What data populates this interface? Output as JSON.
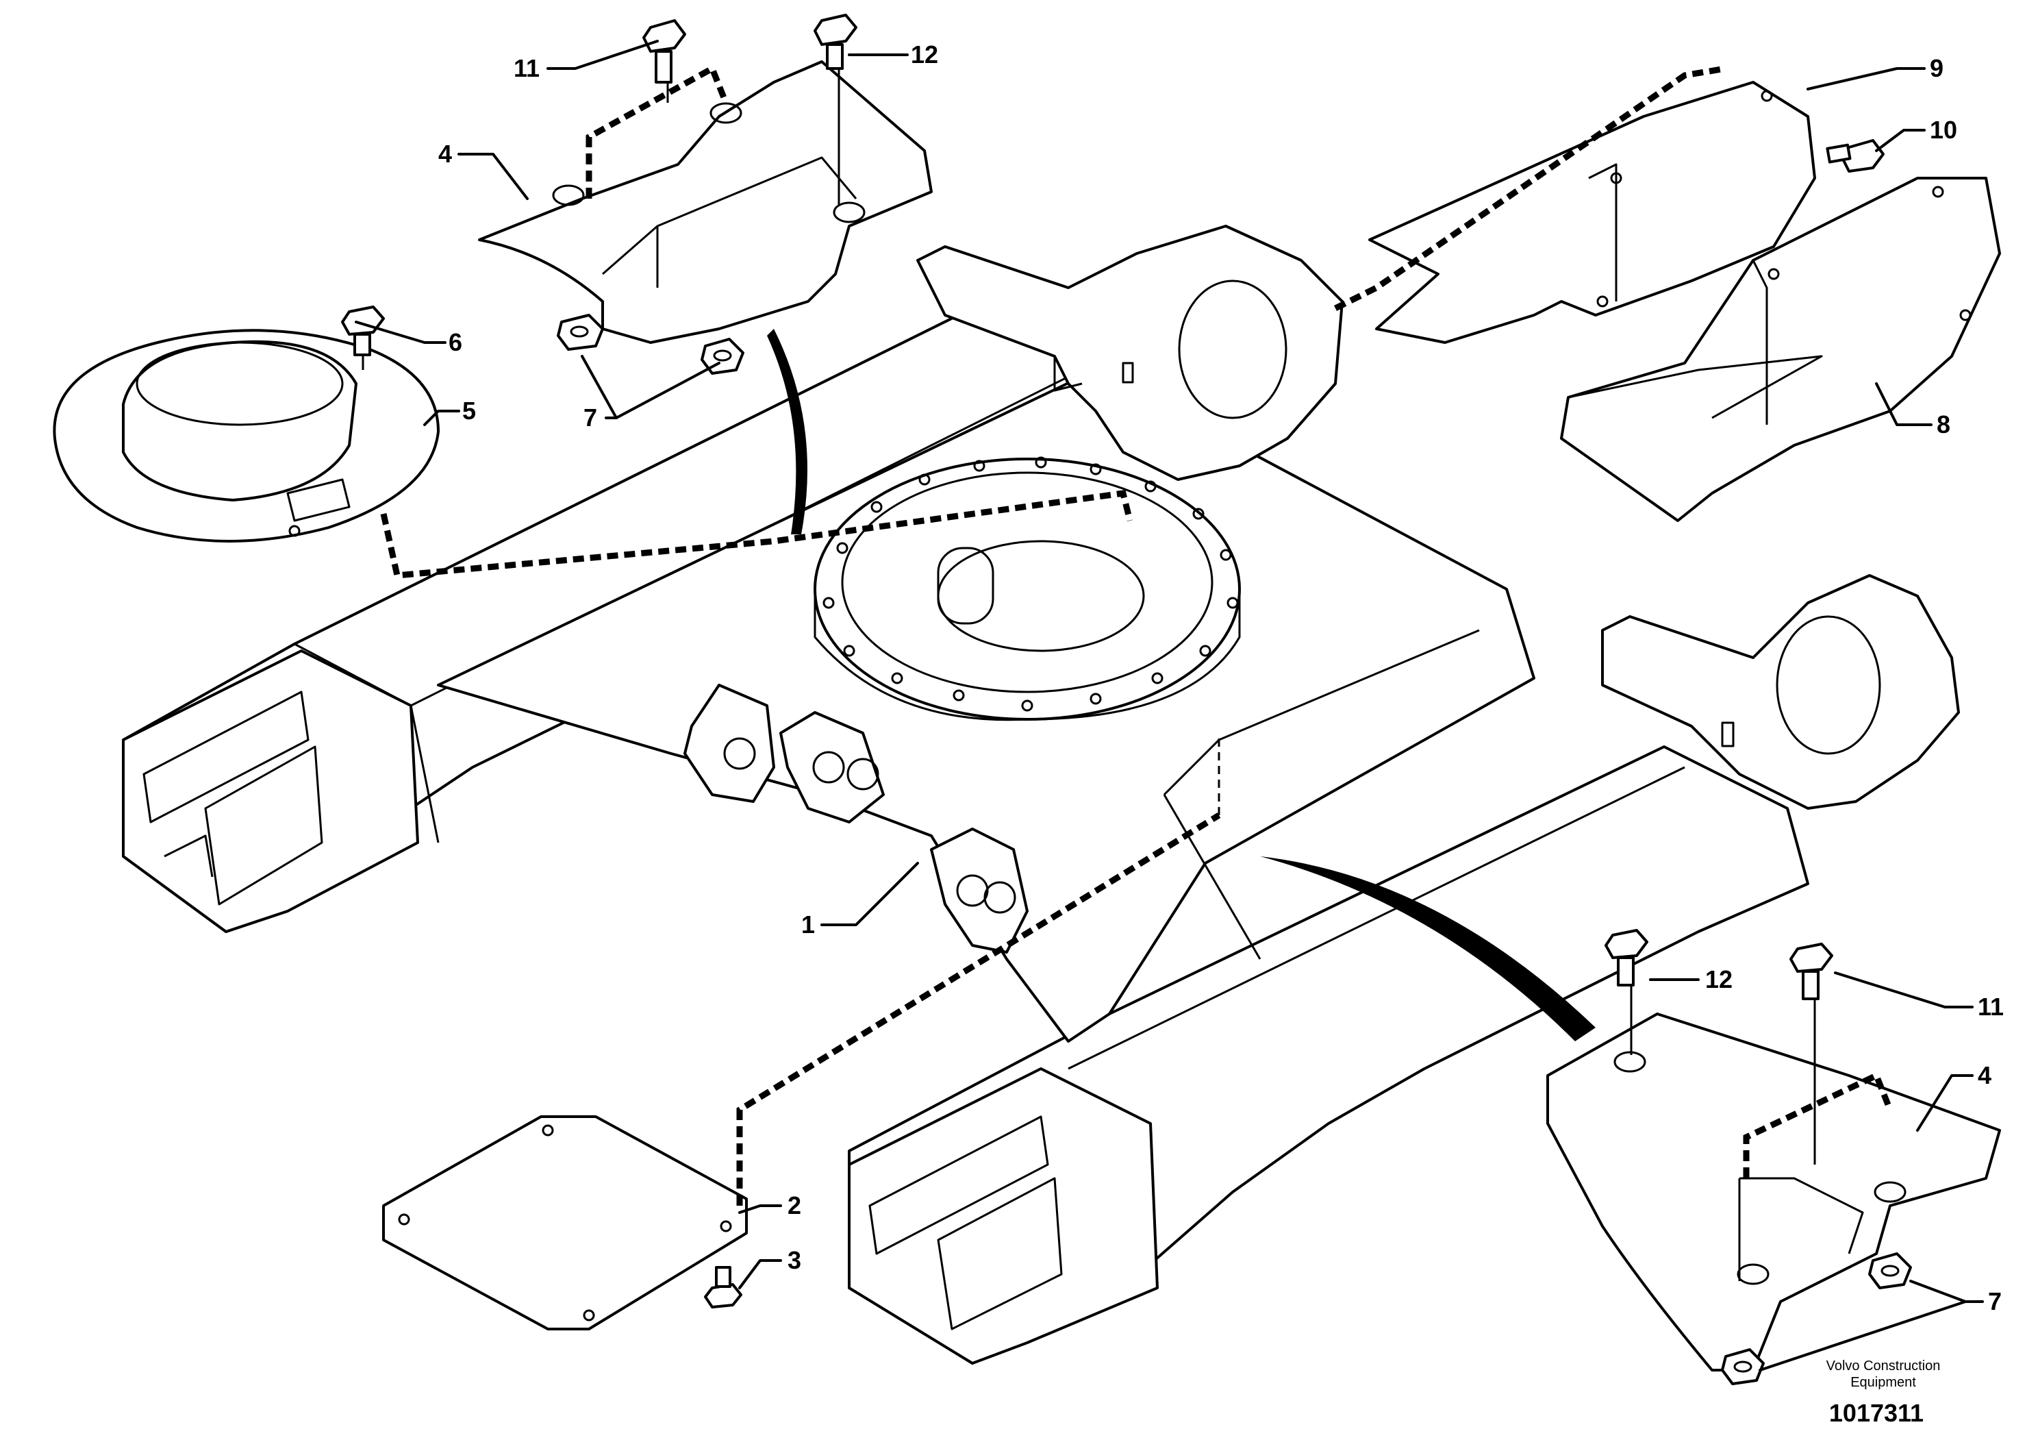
{
  "callouts": {
    "c1": "1",
    "c2": "2",
    "c3": "3",
    "c4a": "4",
    "c4b": "4",
    "c5": "5",
    "c6": "6",
    "c7a": "7",
    "c7b": "7",
    "c8": "8",
    "c9": "9",
    "c10": "10",
    "c11a": "11",
    "c11b": "11",
    "c12a": "12",
    "c12b": "12"
  },
  "footer": {
    "brand_line1": "Volvo Construction",
    "brand_line2": "Equipment",
    "drawing_number": "1017311"
  }
}
